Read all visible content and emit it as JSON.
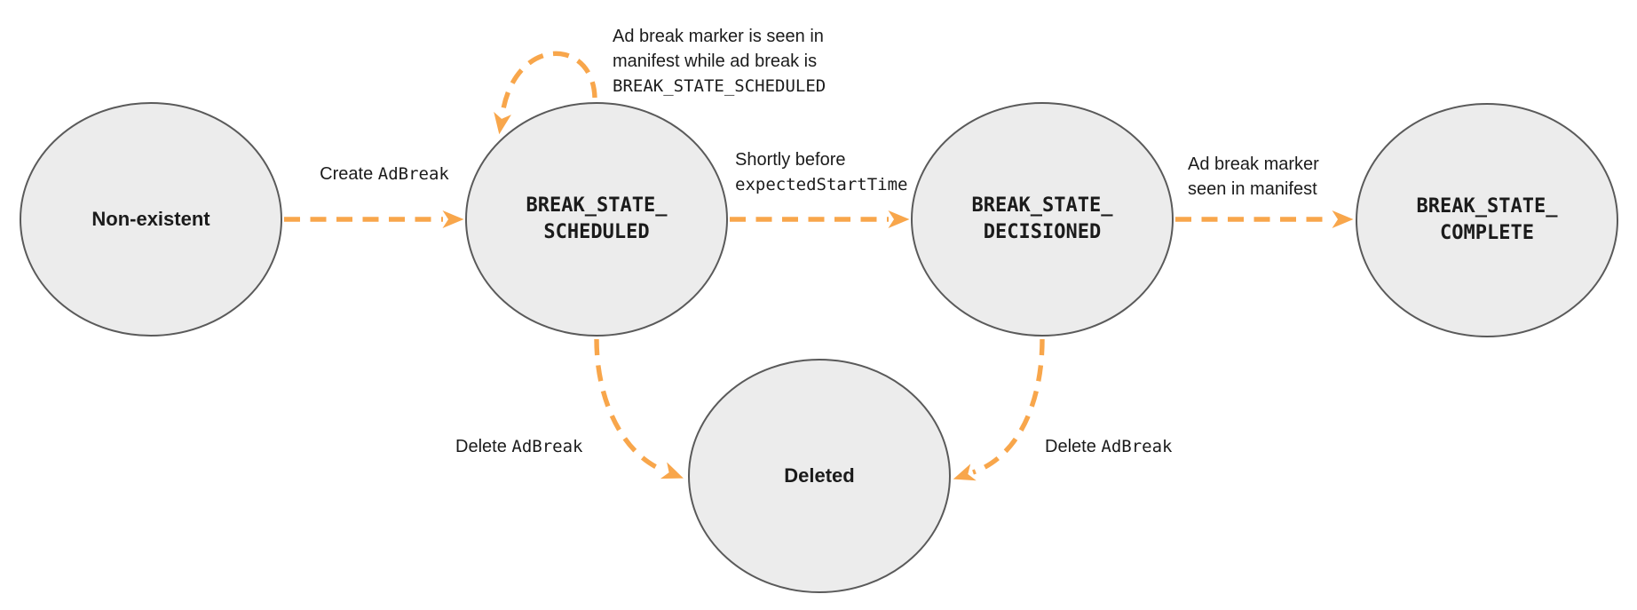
{
  "colors": {
    "arrow_color": "#F8A64B",
    "node_fill": "#ECECEC",
    "node_stroke": "#5A5A5A",
    "text_color": "#1B1B1B"
  },
  "states": {
    "non_existent": {
      "label": "Non-existent"
    },
    "scheduled": {
      "line1": "BREAK_STATE_",
      "line2": "SCHEDULED"
    },
    "decisioned": {
      "line1": "BREAK_STATE_",
      "line2": "DECISIONED"
    },
    "complete": {
      "line1": "BREAK_STATE_",
      "line2": "COMPLETE"
    },
    "deleted": {
      "label": "Deleted"
    }
  },
  "transitions": {
    "create": {
      "prefix": "Create ",
      "code": "AdBreak"
    },
    "self_loop": {
      "line1": "Ad break marker is seen in",
      "line2": "manifest while ad break is",
      "code": "BREAK_STATE_SCHEDULED"
    },
    "shortly_before": {
      "line1": "Shortly before",
      "code": "expectedStartTime"
    },
    "marker_seen": {
      "line1": "Ad break marker",
      "line2": "seen in manifest"
    },
    "delete_left": {
      "prefix": "Delete ",
      "code": "AdBreak"
    },
    "delete_right": {
      "prefix": "Delete ",
      "code": "AdBreak"
    }
  }
}
